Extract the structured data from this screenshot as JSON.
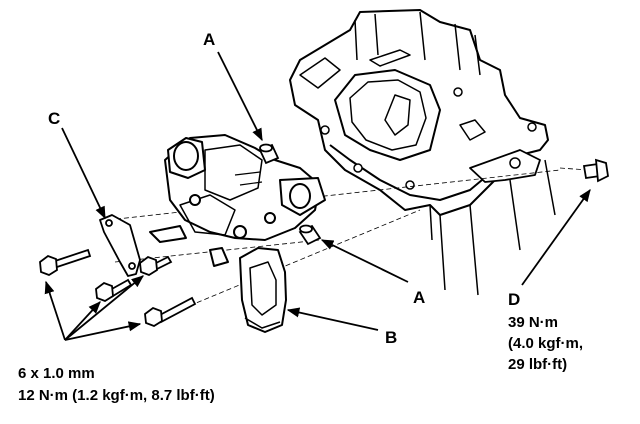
{
  "callouts": {
    "a_top": "A",
    "a_bottom": "A",
    "b": "B",
    "c": "C",
    "d": "D"
  },
  "spec_d": {
    "line1": "39 N·m",
    "line2": "(4.0 kgf·m,",
    "line3": "29 lbf·ft)"
  },
  "spec_bolts": {
    "line1": "6 x 1.0 mm",
    "line2": "12 N·m (1.2 kgf·m, 8.7 lbf·ft)"
  },
  "colors": {
    "ink": "#000000",
    "paper": "#ffffff"
  }
}
